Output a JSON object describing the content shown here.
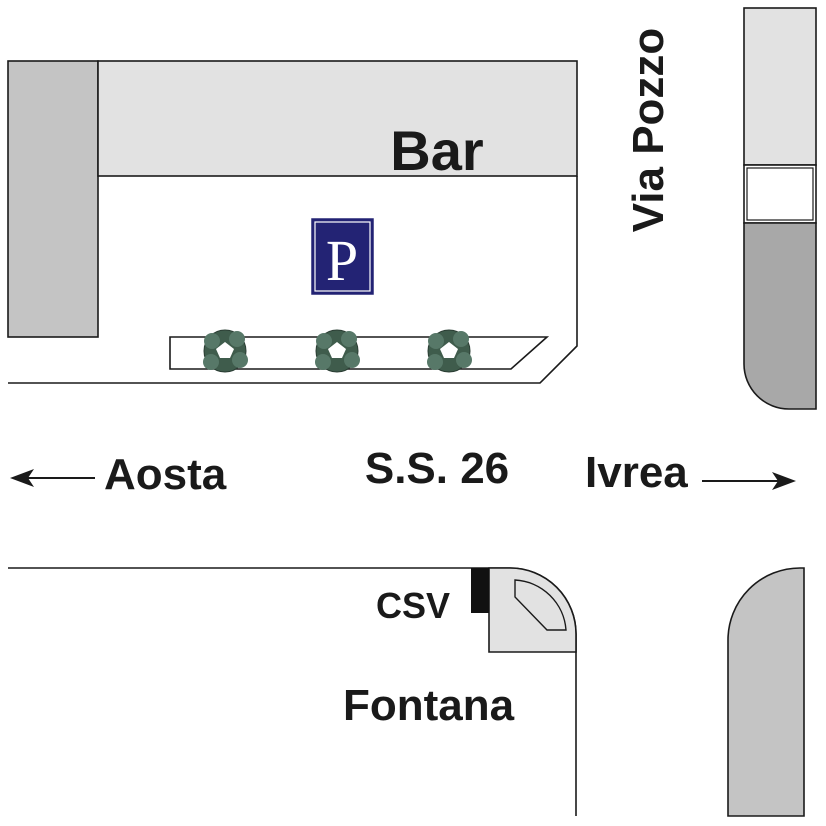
{
  "labels": {
    "bar": "Bar",
    "via_pozzo": "Via Pozzo",
    "aosta": "Aosta",
    "road": "S.S. 26",
    "ivrea": "Ivrea",
    "csv": "CSV",
    "fontana": "Fontana"
  },
  "parking_sign": {
    "letter": "P"
  },
  "colors": {
    "light_block": "#e2e2e2",
    "mid_block": "#c4c4c4",
    "dark_block": "#a8a8a8",
    "parking_sign": "#232374",
    "tree": "#3f5c4c",
    "outline": "#1a1a1a"
  },
  "icons": {
    "direction_left": "arrow-left-icon",
    "direction_right": "arrow-right-icon",
    "tree": "tree-icon",
    "parking": "parking-sign-icon"
  }
}
